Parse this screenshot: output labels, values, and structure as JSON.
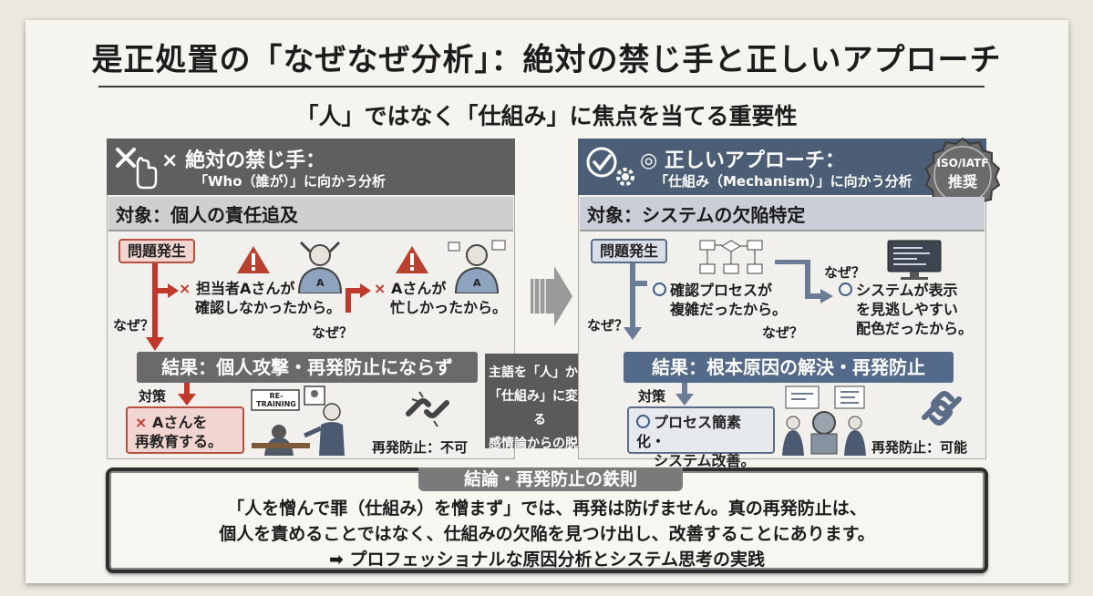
{
  "title": "是正処置の「なぜなぜ分析」：絶対の禁じ手と正しいアプローチ",
  "subtitle": "「人」ではなく「仕組み」に焦点を当てる重要性",
  "left": {
    "header_title": "× 絶対の禁じ手：",
    "header_sub": "「Who（誰が）」に向かう分析",
    "target": "対象：個人の責任追及",
    "problem": "問題発生",
    "why1": "なぜ？",
    "reason1_line1": "担当者Aさんが",
    "reason1_line2": "確認しなかったから。",
    "why2": "なぜ？",
    "reason2_line1": "Aさんが",
    "reason2_line2": "忙しかったから。",
    "result": "結果：個人攻撃・再発防止にならず",
    "measure_label": "対策",
    "measure_line1": "Aさんを",
    "measure_line2": "再教育する。",
    "sign": "RE-TRAINING",
    "prevention": "再発防止：不可"
  },
  "center": {
    "line1": "主語を「人」から",
    "line2": "「仕組み」に変える",
    "line3": "感情論からの脱却"
  },
  "right": {
    "header_title": "◎ 正しいアプローチ：",
    "header_sub": "「仕組み（Mechanism）」に向かう分析",
    "target": "対象：システムの欠陥特定",
    "problem": "問題発生",
    "why1": "なぜ？",
    "reason1_line1": "確認プロセスが",
    "reason1_line2": "複雑だったから。",
    "why2": "なぜ？",
    "why3": "なぜ？",
    "reason2_line1": "システムが表示",
    "reason2_line2": "を見逃しやすい",
    "reason2_line3": "配色だったから。",
    "result": "結果：根本原因の解決・再発防止",
    "measure_label": "対策",
    "measure_line1": "プロセス簡素化・",
    "measure_line2": "システム改善。",
    "prevention": "再発防止：可能",
    "badge_line1": "ISO/IATF",
    "badge_line2": "推奨"
  },
  "conclusion": {
    "title": "結論・再発防止の鉄則",
    "line1": "「人を憎んで罪（仕組み）を憎まず」では、再発は防げません。真の再発防止は、",
    "line2": "個人を責めることではなく、仕組みの欠陥を見つけ出し、改善することにあります。",
    "line3": "➡ プロフェッショナルな原因分析とシステム思考の実践"
  },
  "icons": [
    "cross-cursor-icon",
    "check-gear-icon",
    "warning-icon",
    "broken-chain-icon",
    "flowchart-icon",
    "monitor-icon",
    "stressed-worker-icon",
    "trainer-icon",
    "engineers-icon"
  ],
  "colors": {
    "bad": "#b8503e",
    "good": "#546a8a",
    "dark": "#5f5f5f"
  }
}
